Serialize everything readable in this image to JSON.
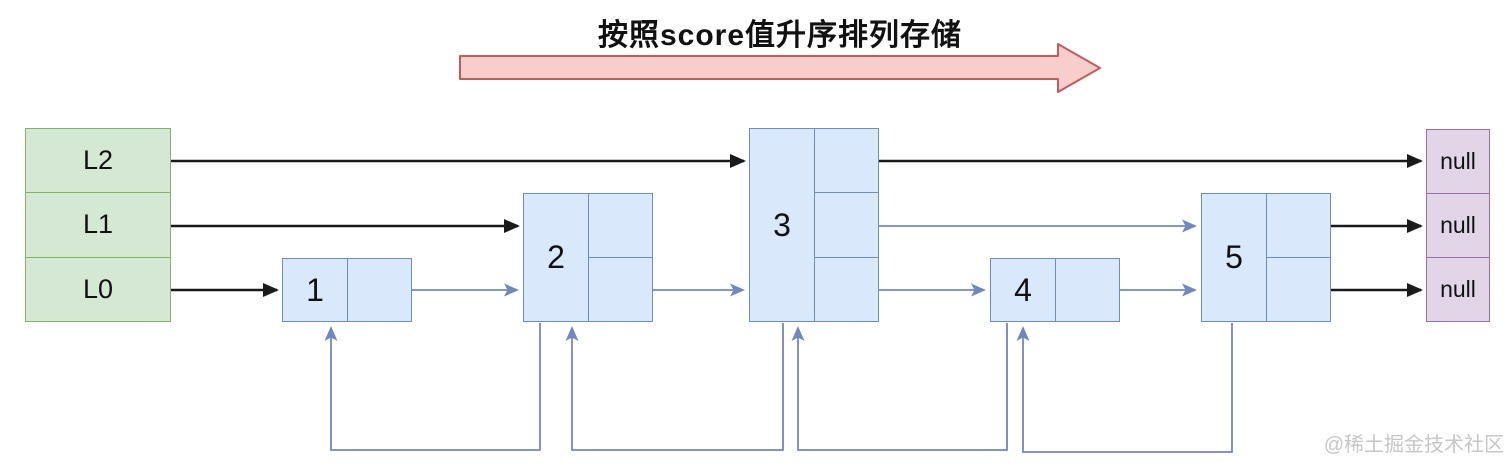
{
  "title": "按照score值升序排列存储",
  "watermark": "@稀土掘金技术社区",
  "level_header": {
    "rows": [
      "L2",
      "L1",
      "L0"
    ]
  },
  "nodes": [
    {
      "value": "1",
      "levels": 1
    },
    {
      "value": "2",
      "levels": 2
    },
    {
      "value": "3",
      "levels": 3
    },
    {
      "value": "4",
      "levels": 1
    },
    {
      "value": "5",
      "levels": 2
    }
  ],
  "null_labels": [
    "null",
    "null",
    "null"
  ],
  "pointers": {
    "level2": [
      "header->node3",
      "node3->null"
    ],
    "level1": [
      "header->node2",
      "node3->node5",
      "node5->null"
    ],
    "level0": [
      "header->node1",
      "node1->node2",
      "node2->node3",
      "node3->node4",
      "node4->node5",
      "node5->null"
    ],
    "backward": [
      "node2->node1",
      "node3->node2",
      "node4->node3",
      "node5->node4"
    ]
  },
  "colors": {
    "level_header_fill": "#d5e8d4",
    "level_header_border": "#82b366",
    "node_fill": "#dae8fc",
    "node_border": "#6c8ebf",
    "null_fill": "#e1d5e7",
    "null_border": "#9673a6",
    "direction_arrow_fill": "#f8cecc",
    "direction_arrow_border": "#c65a57",
    "pointer_black": "#1a1a1a",
    "pointer_blue": "#7286c0"
  }
}
